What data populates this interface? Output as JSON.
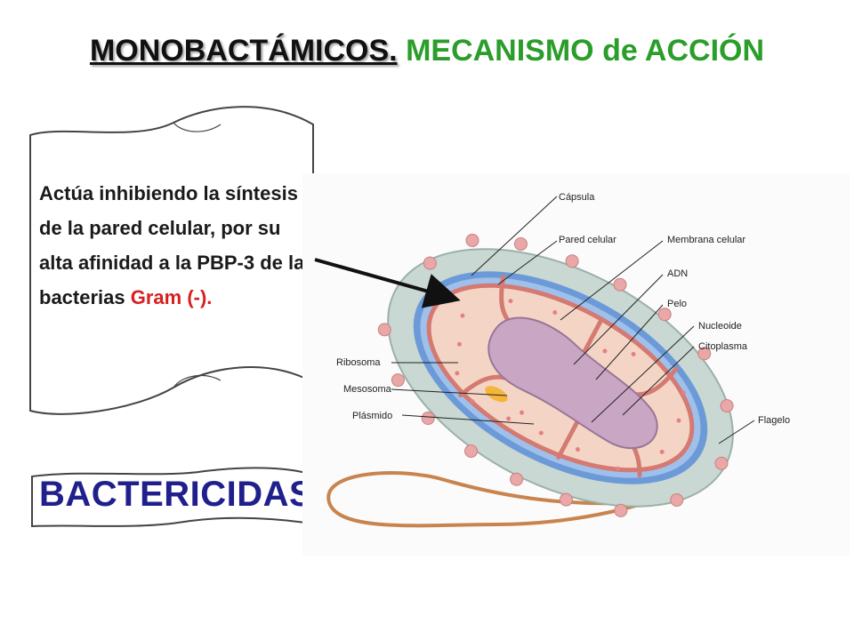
{
  "title": {
    "part1": "MONOBACTÁMICOS.",
    "part2": "MECANISMO de ACCIÓN"
  },
  "scroll": {
    "text_main": "Actúa inhibiendo la síntesis de la pared celular, por su alta afinidad a la PBP-3 de la bacterias ",
    "text_highlight": "Gram (-)."
  },
  "banner": {
    "label": "BACTERICIDAS"
  },
  "diagram": {
    "labels": {
      "capsula": "Cápsula",
      "pared_celular": "Pared celular",
      "membrana_celular": "Membrana celular",
      "adn": "ADN",
      "pelo": "Pelo",
      "nucleoide": "Nucleoide",
      "citoplasma": "Citoplasma",
      "ribosoma": "Ribosoma",
      "mesosoma": "Mesosoma",
      "plasmido": "Plásmido",
      "flagelo": "Flagelo"
    }
  },
  "colors": {
    "title_green": "#2a9d2a",
    "highlight_red": "#d81e1e",
    "banner_text": "#20208c"
  }
}
